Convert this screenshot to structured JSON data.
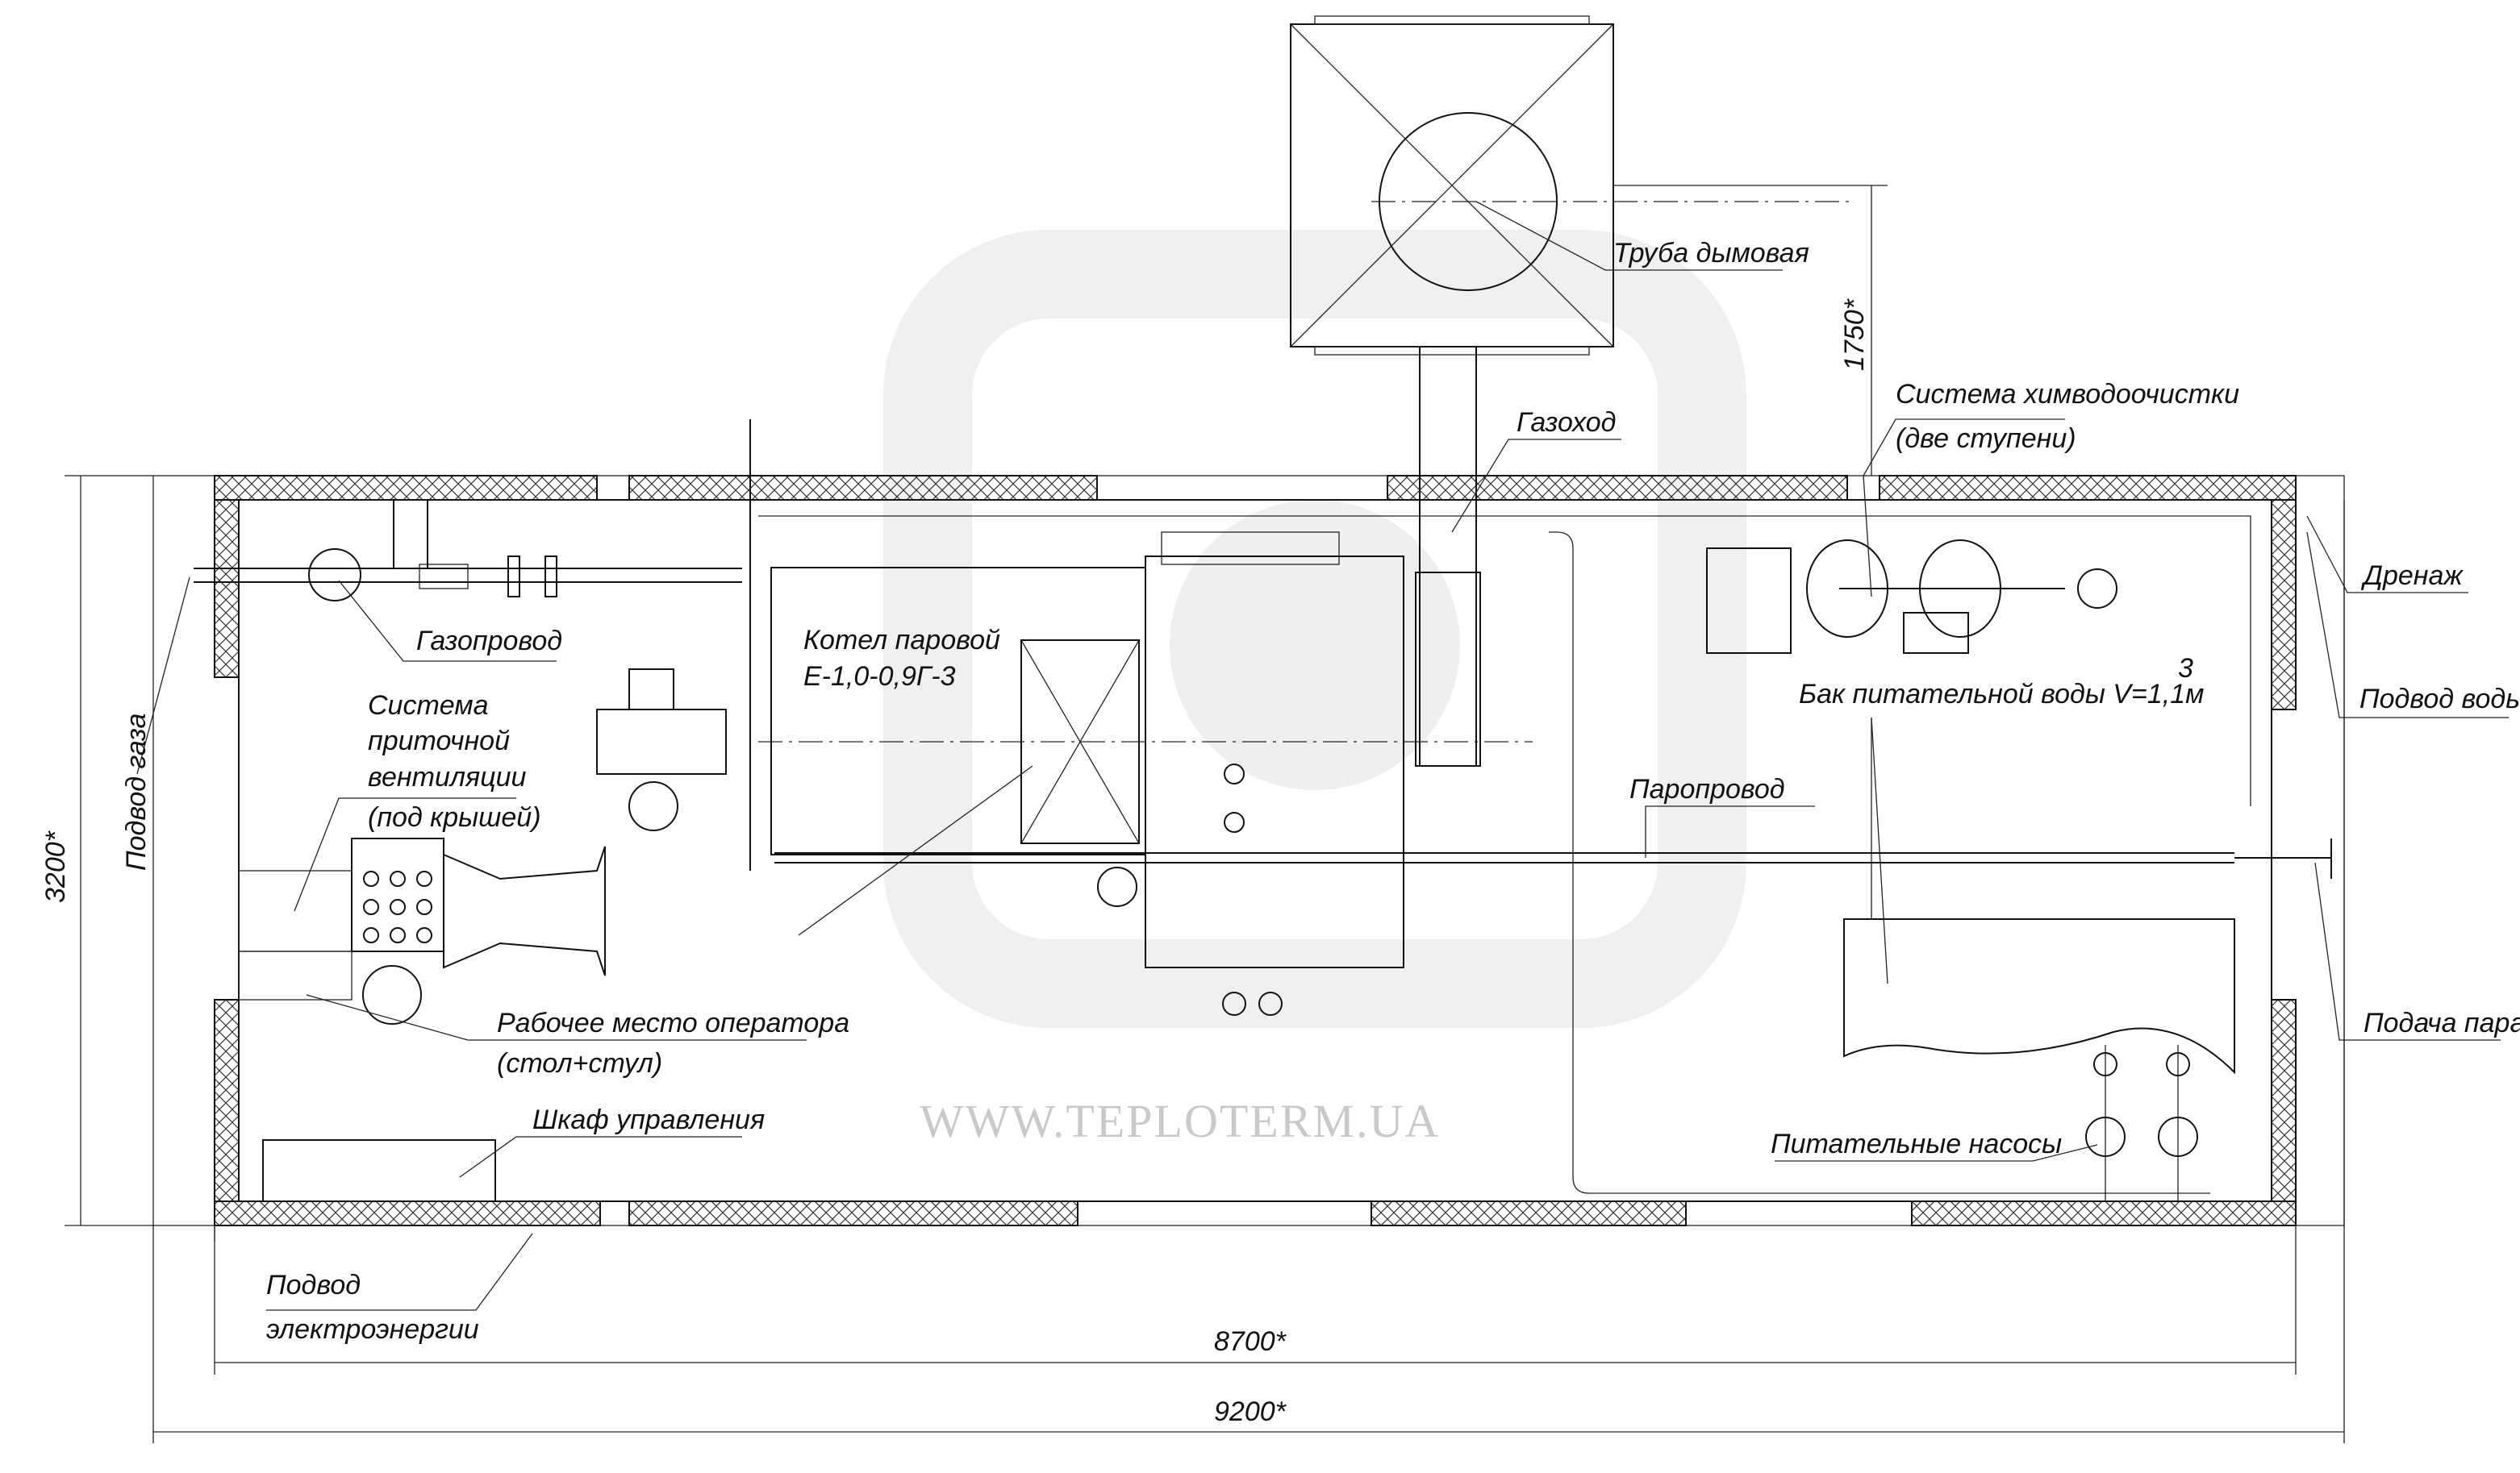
{
  "drawing": {
    "watermark": "WWW.TEPLOTERM.UA",
    "labels": {
      "chimney": "Труба дымовая",
      "flue": "Газоход",
      "water_treatment_1": "Система химводоочистки",
      "water_treatment_2": "(две ступени)",
      "drain": "Дренаж",
      "water_supply": "Подвод воды",
      "feed_tank": "Бак питательной воды V=1,1м",
      "feed_tank_sup": "3",
      "steam_pipe": "Паропровод",
      "steam_out": "Подача пара",
      "feed_pumps": "Питательные насосы",
      "boiler_1": "Котел паровой",
      "boiler_2": "Е-1,0-0,9Г-3",
      "gas_pipe": "Газопровод",
      "vent_1": "Система",
      "vent_2": "приточной",
      "vent_3": "вентиляции",
      "vent_4": "(под крышей)",
      "operator_1": "Рабочее место оператора",
      "operator_2": "(стол+стул)",
      "control_cabinet": "Шкаф управления",
      "power_1": "Подвод",
      "power_2": "электроэнергии",
      "gas_supply": "Подвод газа"
    },
    "dimensions": {
      "height": "3200*",
      "chimney_offset": "1750*",
      "inner_length": "8700*",
      "outer_length": "9200*"
    }
  }
}
